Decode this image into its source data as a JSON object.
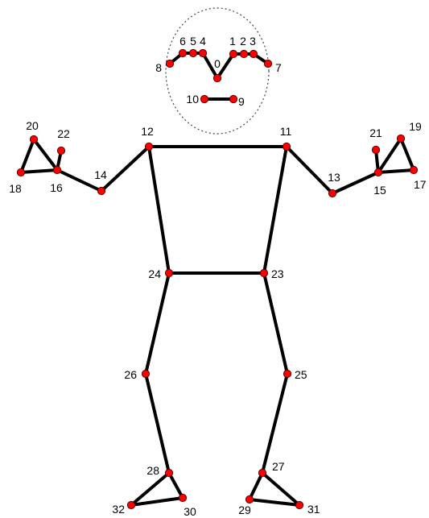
{
  "colors": {
    "joint": "#ff0000",
    "bone": "#000000",
    "background": "#ffffff"
  },
  "landmarks": [
    {
      "id": "0",
      "label": "0"
    },
    {
      "id": "1",
      "label": "1"
    },
    {
      "id": "2",
      "label": "2"
    },
    {
      "id": "3",
      "label": "3"
    },
    {
      "id": "4",
      "label": "4"
    },
    {
      "id": "5",
      "label": "5"
    },
    {
      "id": "6",
      "label": "6"
    },
    {
      "id": "7",
      "label": "7"
    },
    {
      "id": "8",
      "label": "8"
    },
    {
      "id": "9",
      "label": "9"
    },
    {
      "id": "10",
      "label": "10"
    },
    {
      "id": "11",
      "label": "11"
    },
    {
      "id": "12",
      "label": "12"
    },
    {
      "id": "13",
      "label": "13"
    },
    {
      "id": "14",
      "label": "14"
    },
    {
      "id": "15",
      "label": "15"
    },
    {
      "id": "16",
      "label": "16"
    },
    {
      "id": "17",
      "label": "17"
    },
    {
      "id": "18",
      "label": "18"
    },
    {
      "id": "19",
      "label": "19"
    },
    {
      "id": "20",
      "label": "20"
    },
    {
      "id": "21",
      "label": "21"
    },
    {
      "id": "22",
      "label": "22"
    },
    {
      "id": "23",
      "label": "23"
    },
    {
      "id": "24",
      "label": "24"
    },
    {
      "id": "25",
      "label": "25"
    },
    {
      "id": "26",
      "label": "26"
    },
    {
      "id": "27",
      "label": "27"
    },
    {
      "id": "28",
      "label": "28"
    },
    {
      "id": "29",
      "label": "29"
    },
    {
      "id": "30",
      "label": "30"
    },
    {
      "id": "31",
      "label": "31"
    },
    {
      "id": "32",
      "label": "32"
    }
  ],
  "connections": [
    [
      "8",
      "6"
    ],
    [
      "6",
      "5"
    ],
    [
      "5",
      "4"
    ],
    [
      "4",
      "0"
    ],
    [
      "0",
      "1"
    ],
    [
      "1",
      "2"
    ],
    [
      "2",
      "3"
    ],
    [
      "3",
      "7"
    ],
    [
      "10",
      "9"
    ],
    [
      "12",
      "11"
    ],
    [
      "11",
      "23"
    ],
    [
      "23",
      "24"
    ],
    [
      "24",
      "12"
    ],
    [
      "12",
      "14"
    ],
    [
      "14",
      "16"
    ],
    [
      "16",
      "18"
    ],
    [
      "18",
      "20"
    ],
    [
      "20",
      "16"
    ],
    [
      "16",
      "22"
    ],
    [
      "11",
      "13"
    ],
    [
      "13",
      "15"
    ],
    [
      "15",
      "17"
    ],
    [
      "17",
      "19"
    ],
    [
      "19",
      "15"
    ],
    [
      "15",
      "21"
    ],
    [
      "24",
      "26"
    ],
    [
      "26",
      "28"
    ],
    [
      "28",
      "32"
    ],
    [
      "32",
      "30"
    ],
    [
      "30",
      "28"
    ],
    [
      "23",
      "25"
    ],
    [
      "25",
      "27"
    ],
    [
      "27",
      "29"
    ],
    [
      "29",
      "31"
    ],
    [
      "31",
      "27"
    ]
  ]
}
